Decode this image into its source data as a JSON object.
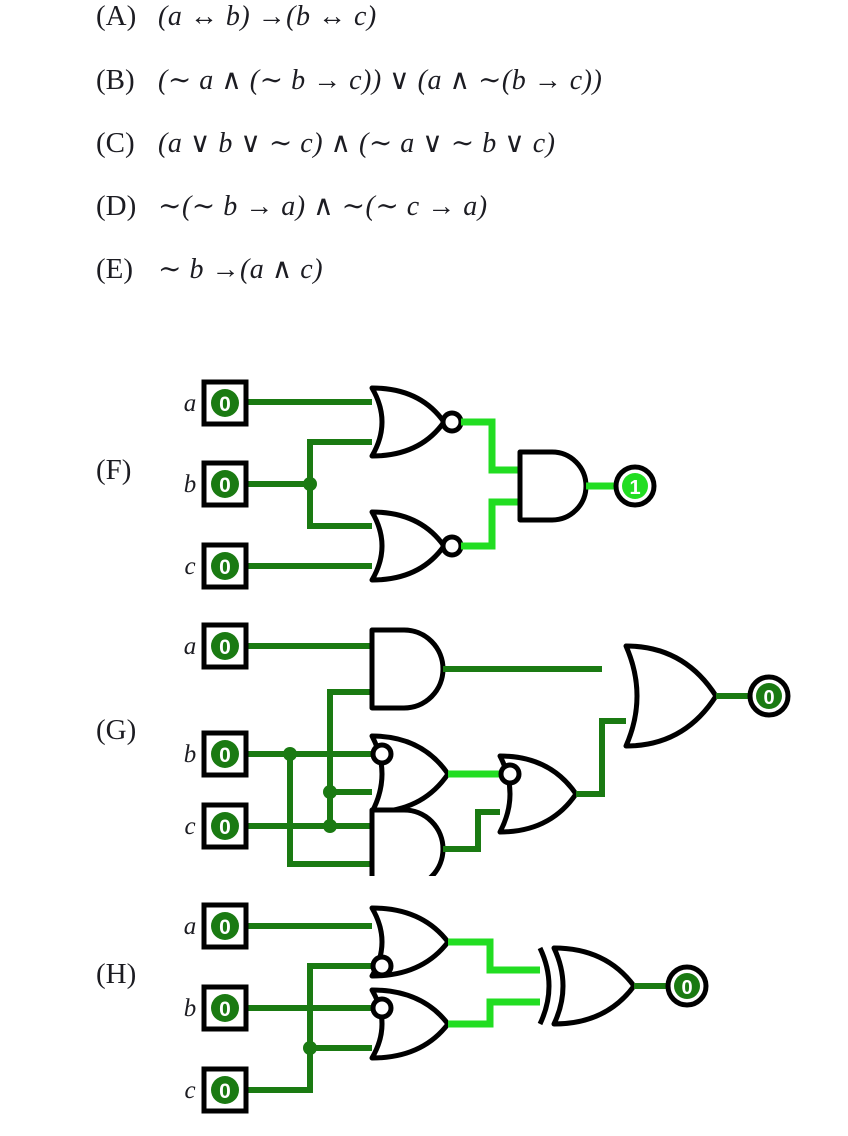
{
  "formulas": [
    {
      "label": "(A)",
      "text": "(a ↔ b) →(b ↔ c)"
    },
    {
      "label": "(B)",
      "text": "(∼ a ∧ (∼ b → c)) ∨ (a ∧ ∼(b → c))"
    },
    {
      "label": "(C)",
      "text": "(a ∨ b ∨ ∼ c) ∧ (∼ a ∨ ∼ b ∨ c)"
    },
    {
      "label": "(D)",
      "text": "∼(∼ b → a) ∧ ∼(∼ c → a)"
    },
    {
      "label": "(E)",
      "text": "∼ b →(a ∧ c)"
    }
  ],
  "colors": {
    "wire_low": "#1a7a12",
    "wire_high": "#22dd22",
    "gate_outline": "#000000",
    "node_fill_low": "#1a7a12",
    "node_fill_high": "#22dd22",
    "box_border": "#000000",
    "value_text": "#ffffff",
    "text": "#1c1c22",
    "background": "#ffffff"
  },
  "circuits": [
    {
      "id": "F",
      "label": "(F)",
      "inputs": [
        {
          "name": "a",
          "value": "0",
          "state": "low"
        },
        {
          "name": "b",
          "value": "0",
          "state": "low"
        },
        {
          "name": "c",
          "value": "0",
          "state": "low"
        }
      ],
      "gates": [
        {
          "id": "F1",
          "type": "nor",
          "inputs": [
            "a",
            "b"
          ],
          "output": "1",
          "state": "high"
        },
        {
          "id": "F2",
          "type": "nor",
          "inputs": [
            "b",
            "c"
          ],
          "output": "1",
          "state": "high"
        },
        {
          "id": "F3",
          "type": "and",
          "inputs": [
            "F1",
            "F2"
          ],
          "output": "1",
          "state": "high"
        }
      ],
      "output": {
        "value": "1",
        "state": "high"
      }
    },
    {
      "id": "G",
      "label": "(G)",
      "inputs": [
        {
          "name": "a",
          "value": "0",
          "state": "low"
        },
        {
          "name": "b",
          "value": "0",
          "state": "low"
        },
        {
          "name": "c",
          "value": "0",
          "state": "low"
        }
      ],
      "gates": [
        {
          "id": "G1",
          "type": "and",
          "inputs": [
            "a",
            "b"
          ],
          "output": "0",
          "state": "low"
        },
        {
          "id": "G2",
          "type": "or-inv-top",
          "inputs": [
            "b",
            "c"
          ],
          "output": "1",
          "state": "high"
        },
        {
          "id": "G3",
          "type": "and",
          "inputs": [
            "c",
            "b"
          ],
          "output": "0",
          "state": "low"
        },
        {
          "id": "G4",
          "type": "or-inv-top",
          "inputs": [
            "G2",
            "G3"
          ],
          "output": "0",
          "state": "low"
        },
        {
          "id": "G5",
          "type": "or",
          "inputs": [
            "G1",
            "G4"
          ],
          "output": "0",
          "state": "low"
        }
      ],
      "output": {
        "value": "0",
        "state": "low"
      }
    },
    {
      "id": "H",
      "label": "(H)",
      "inputs": [
        {
          "name": "a",
          "value": "0",
          "state": "low"
        },
        {
          "name": "b",
          "value": "0",
          "state": "low"
        },
        {
          "name": "c",
          "value": "0",
          "state": "low"
        }
      ],
      "gates": [
        {
          "id": "H1",
          "type": "or-inv-bottom",
          "inputs": [
            "a",
            "c"
          ],
          "output": "1",
          "state": "high"
        },
        {
          "id": "H2",
          "type": "or-inv-top",
          "inputs": [
            "b",
            "c"
          ],
          "output": "1",
          "state": "high"
        },
        {
          "id": "H3",
          "type": "xor",
          "inputs": [
            "H1",
            "H2"
          ],
          "output": "0",
          "state": "low"
        }
      ],
      "output": {
        "value": "0",
        "state": "low"
      }
    }
  ]
}
